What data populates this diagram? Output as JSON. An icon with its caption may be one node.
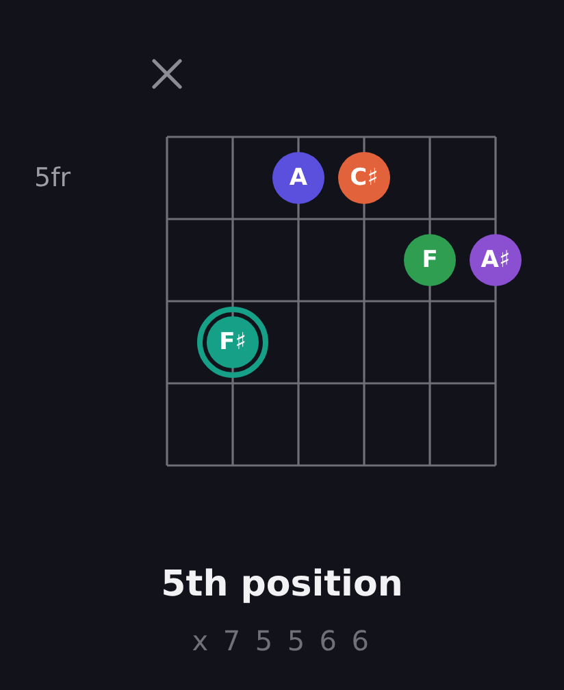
{
  "diagram": {
    "title": "5th position",
    "nodes": [
      {
        "text": [
          "A"
        ]
      },
      {
        "text": [
          "C♯"
        ]
      },
      {
        "text": [
          "F"
        ]
      },
      {
        "text": [
          "A♯"
        ]
      },
      {
        "text": [
          "F♯"
        ]
      }
    ],
    "labels": [
      "5fr",
      "x 7 5 5 6 6"
    ]
  }
}
